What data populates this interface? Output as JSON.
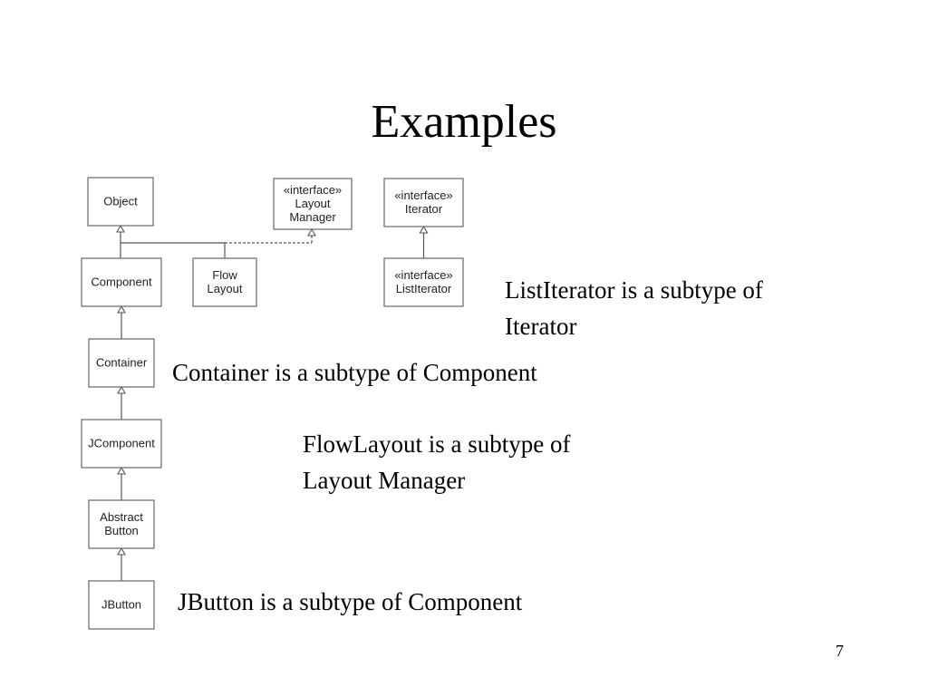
{
  "slide": {
    "title": "Examples",
    "number": "7"
  },
  "diagram": {
    "boxes": {
      "object": [
        "Object"
      ],
      "layout_manager": [
        "«interface»",
        "Layout",
        "Manager"
      ],
      "iterator": [
        "«interface»",
        "Iterator"
      ],
      "component": [
        "Component"
      ],
      "flow_layout": [
        "Flow",
        "Layout"
      ],
      "list_iterator": [
        "«interface»",
        "ListIterator"
      ],
      "container": [
        "Container"
      ],
      "jcomponent": [
        "JComponent"
      ],
      "abstract_button": [
        "Abstract",
        "Button"
      ],
      "jbutton": [
        "JButton"
      ]
    },
    "relations": [
      {
        "child": "component",
        "parent": "object",
        "kind": "inheritance"
      },
      {
        "child": "flow_layout",
        "parent": "object",
        "kind": "inheritance"
      },
      {
        "child": "flow_layout",
        "parent": "layout_manager",
        "kind": "realization"
      },
      {
        "child": "list_iterator",
        "parent": "iterator",
        "kind": "inheritance"
      },
      {
        "child": "container",
        "parent": "component",
        "kind": "inheritance"
      },
      {
        "child": "jcomponent",
        "parent": "container",
        "kind": "inheritance"
      },
      {
        "child": "abstract_button",
        "parent": "jcomponent",
        "kind": "inheritance"
      },
      {
        "child": "jbutton",
        "parent": "abstract_button",
        "kind": "inheritance"
      }
    ]
  },
  "notes": {
    "list_iterator": [
      "ListIterator is a subtype of",
      "Iterator"
    ],
    "container": [
      "Container is a subtype of Component"
    ],
    "flow_layout": [
      "FlowLayout is a subtype of",
      "Layout Manager"
    ],
    "jbutton": [
      "JButton is a subtype of Component"
    ]
  }
}
